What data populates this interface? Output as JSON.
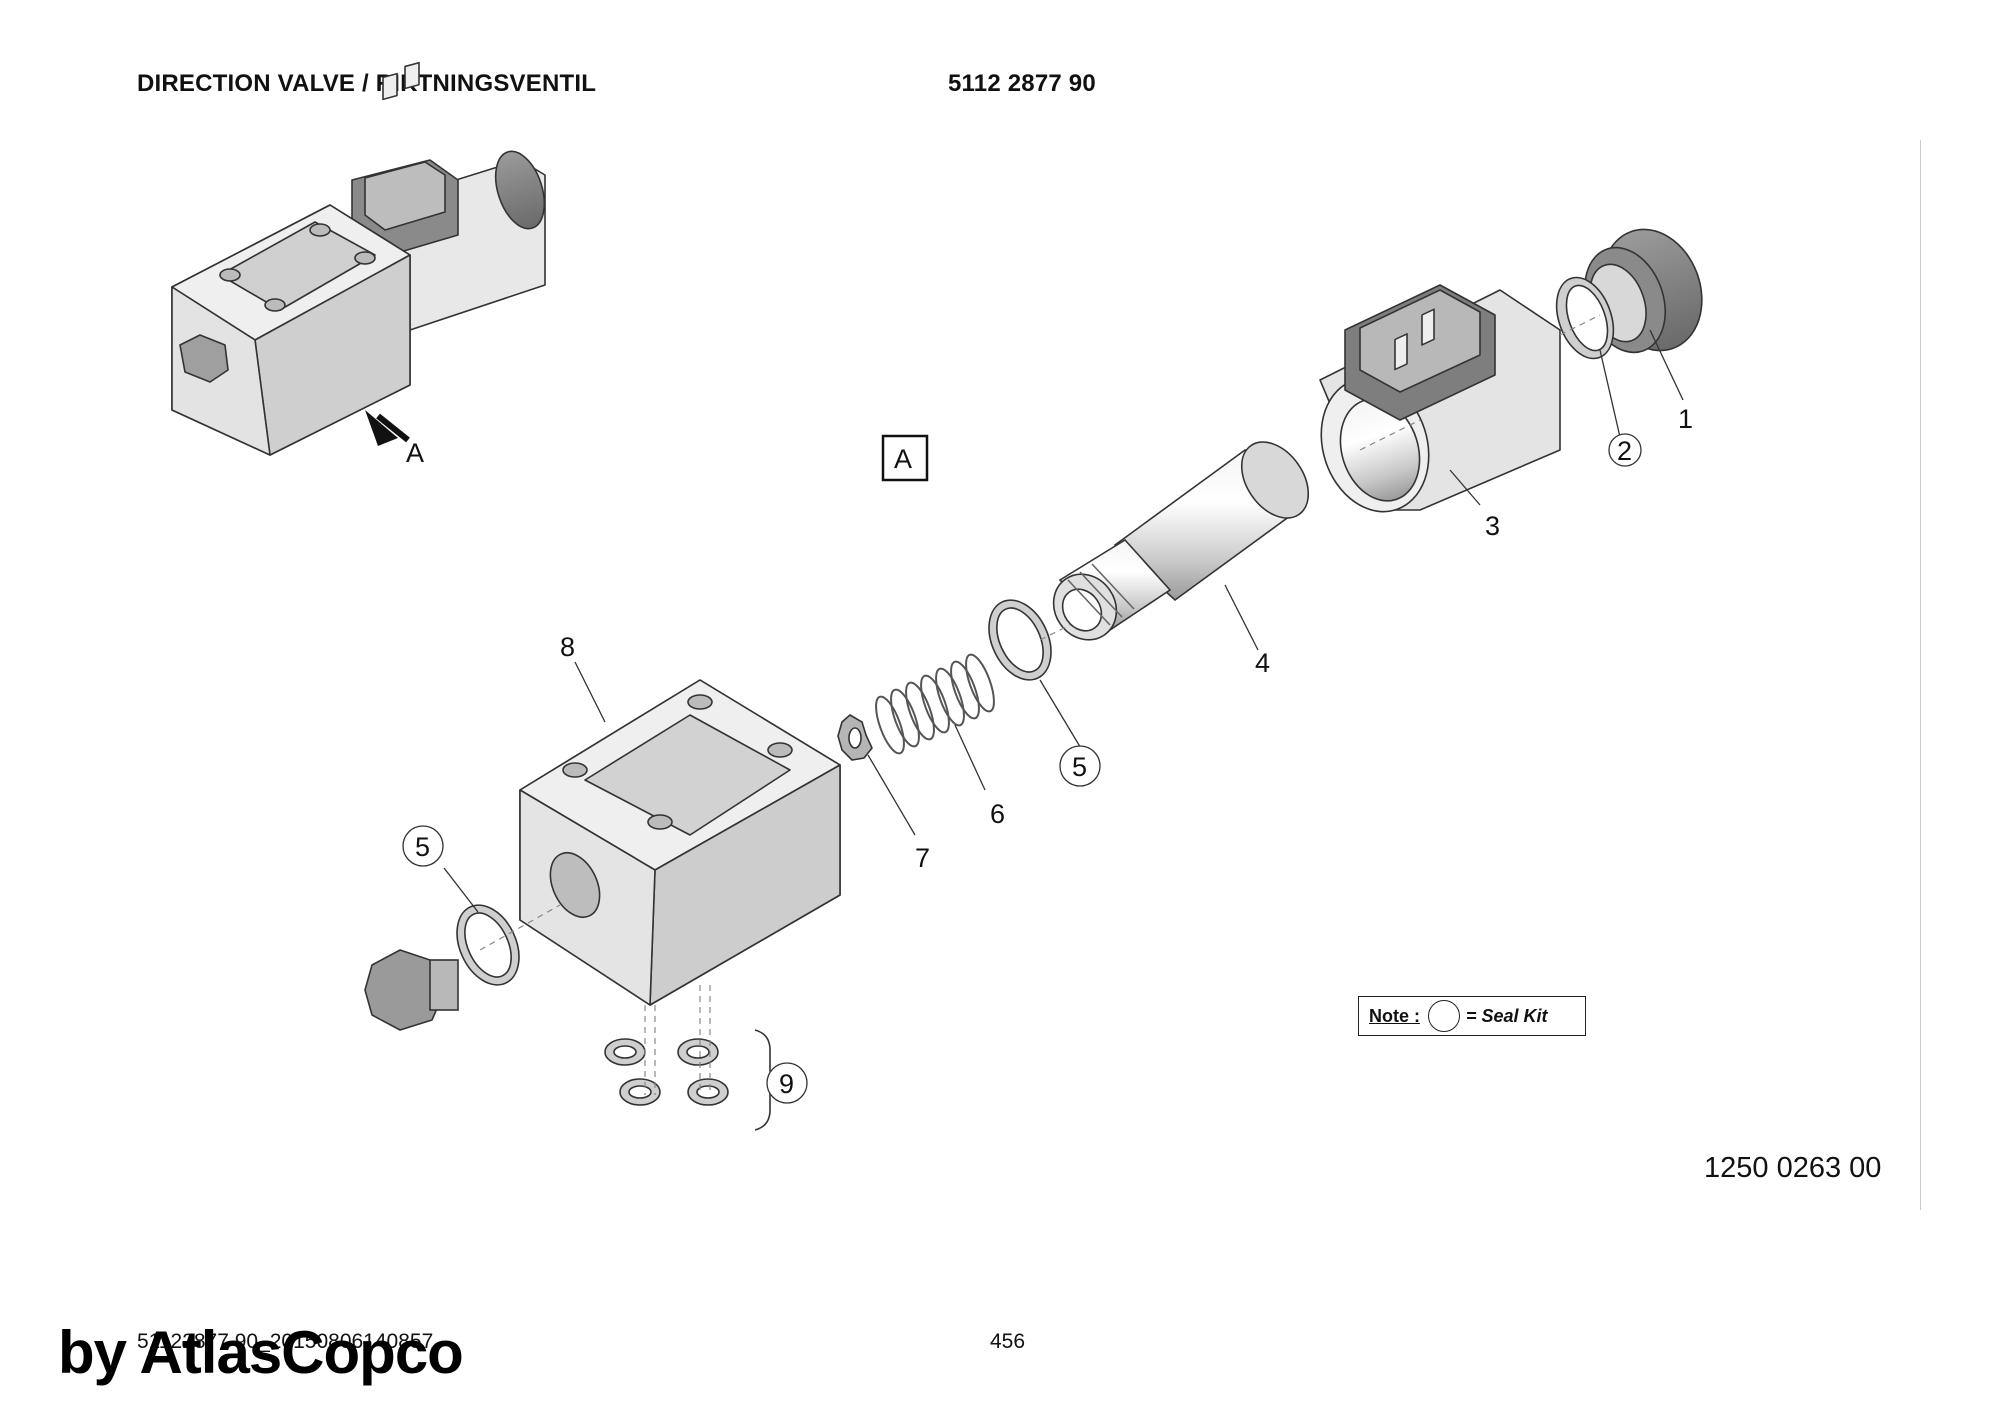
{
  "header": {
    "title": "DIRECTION VALVE / RIKTNINGSVENTIL",
    "part_number": "5112 2877 90"
  },
  "view": {
    "arrow_label": "A",
    "section_label": "A"
  },
  "callouts": [
    "1",
    "2",
    "3",
    "4",
    "5",
    "5",
    "6",
    "7",
    "8",
    "9"
  ],
  "note": {
    "label": "Note :",
    "text": "= Seal Kit"
  },
  "drawing_number": "1250 0263 00",
  "footer": {
    "file_id": "51122877 90_20150806140857",
    "page": "456",
    "brand": "by AtlasCopco"
  }
}
